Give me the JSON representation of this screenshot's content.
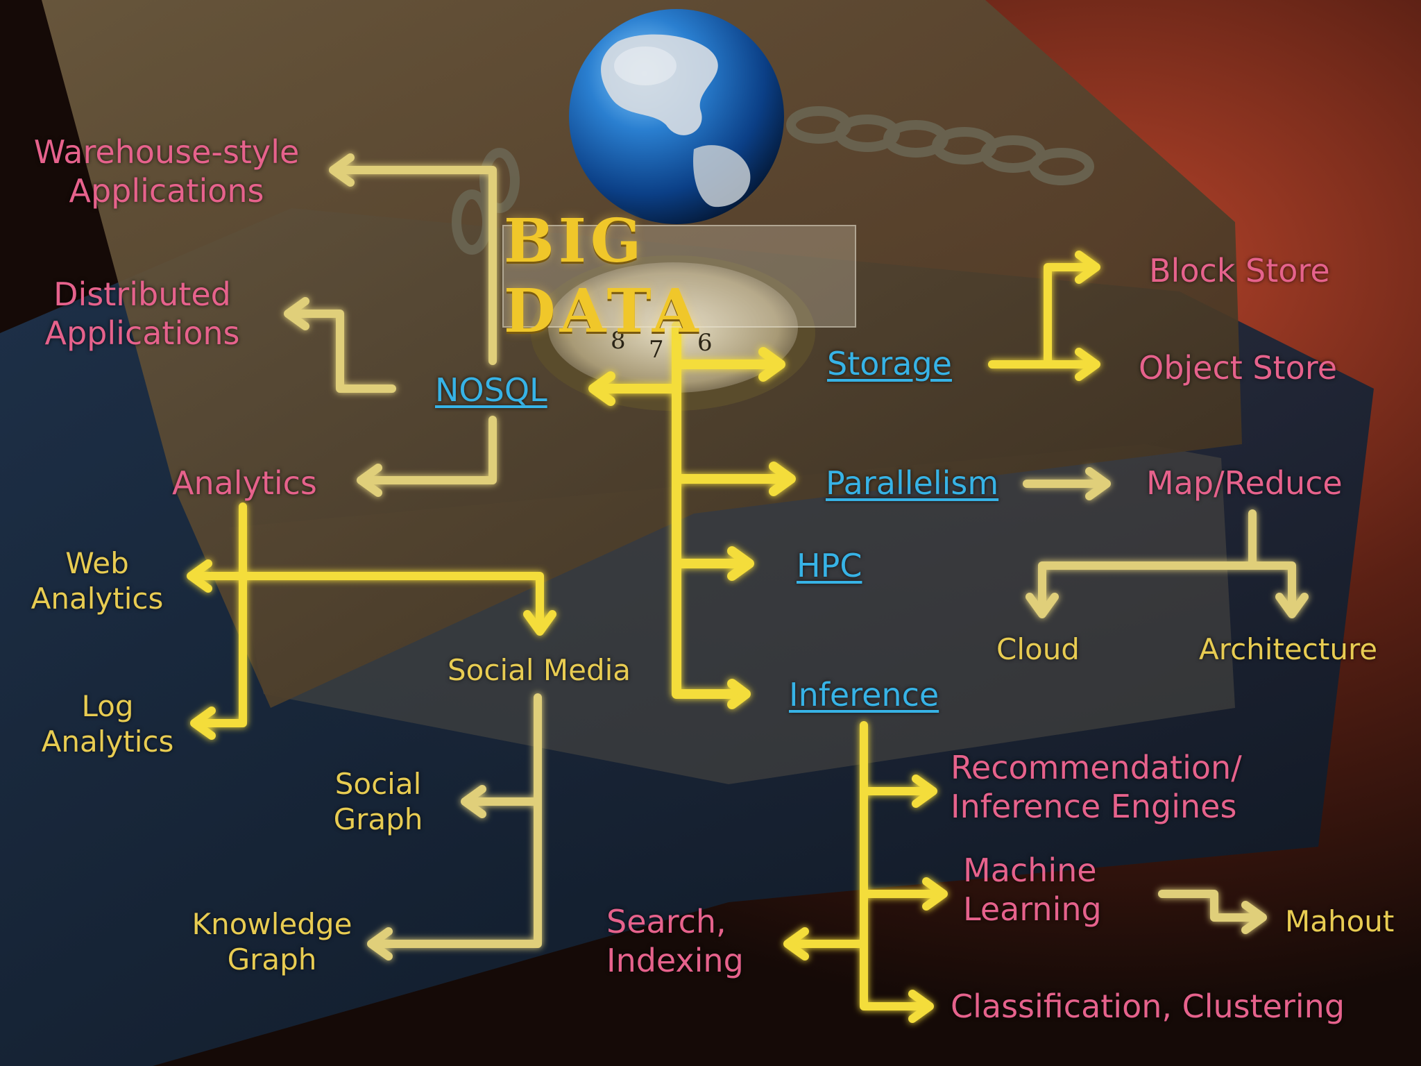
{
  "title": "BIG DATA",
  "colors": {
    "pink": "#e6628c",
    "yellow": "#e8cc52",
    "link": "#37b3e6",
    "arrow_yellow": "#f4dd3a",
    "arrow_gray": "#d8d2a8"
  },
  "icons": {
    "globe": "globe-icon",
    "clock": "pocket-watch-icon",
    "chain": "chain-icon"
  },
  "nodes": {
    "nosql": "NOSQL",
    "storage": "Storage",
    "parallelism": "Parallelism",
    "hpc": "HPC",
    "inference": "Inference",
    "warehouse": "Warehouse-style\nApplications",
    "distributed": "Distributed\nApplications",
    "analytics": "Analytics",
    "web_analytics": "Web\nAnalytics",
    "log_analytics": "Log\nAnalytics",
    "social_media": "Social Media",
    "social_graph": "Social\nGraph",
    "knowledge_graph": "Knowledge\nGraph",
    "block_store": "Block Store",
    "object_store": "Object Store",
    "map_reduce": "Map/Reduce",
    "cloud": "Cloud",
    "architecture": "Architecture",
    "recommendation": "Recommendation/\nInference Engines",
    "machine_learning": "Machine\nLearning",
    "mahout": "Mahout",
    "classification": "Classification, Clustering",
    "search": "Search,\nIndexing"
  }
}
